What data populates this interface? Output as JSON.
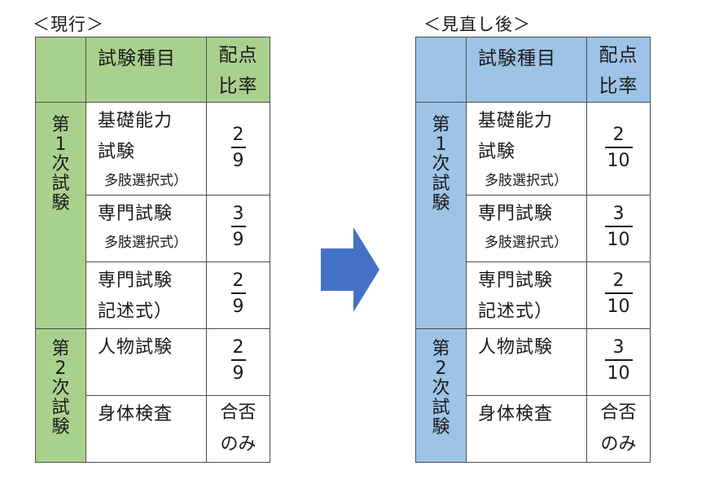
{
  "left": {
    "caption": "＜現行＞",
    "header": {
      "exam": "試験種目",
      "ratio_line1": "配点",
      "ratio_line2": "比率"
    },
    "stage1": [
      "第",
      "1",
      "次",
      "試",
      "験"
    ],
    "stage2": [
      "第",
      "2",
      "次",
      "試",
      "験"
    ],
    "rows": [
      {
        "line1": "基礎能力",
        "line2": "試験",
        "sub": "多肢選択式）",
        "num": "2",
        "den": "9"
      },
      {
        "line1": "専門試験",
        "sub": "多肢選択式）",
        "num": "3",
        "den": "9"
      },
      {
        "line1": "専門試験",
        "line2": "記述式）",
        "num": "2",
        "den": "9"
      },
      {
        "line1": "人物試験",
        "num": "2",
        "den": "9"
      },
      {
        "line1": "身体検査",
        "ratio_line1": "合否",
        "ratio_line2": "のみ"
      }
    ]
  },
  "right": {
    "caption": "＜見直し後＞",
    "header": {
      "exam": "試験種目",
      "ratio_line1": "配点",
      "ratio_line2": "比率"
    },
    "stage1": [
      "第",
      "1",
      "次",
      "試",
      "験"
    ],
    "stage2": [
      "第",
      "2",
      "次",
      "試",
      "験"
    ],
    "rows": [
      {
        "line1": "基礎能力",
        "line2": "試験",
        "sub": "多肢選択式）",
        "num": "2",
        "den": "10"
      },
      {
        "line1": "専門試験",
        "sub": "多肢選択式）",
        "num": "3",
        "den": "10"
      },
      {
        "line1": "専門試験",
        "line2": "記述式）",
        "num": "2",
        "den": "10"
      },
      {
        "line1": "人物試験",
        "num": "3",
        "den": "10"
      },
      {
        "line1": "身体検査",
        "ratio_line1": "合否",
        "ratio_line2": "のみ"
      }
    ]
  },
  "colors": {
    "left_fill": "#a9d18e",
    "right_fill": "#9dc3e6",
    "arrow": "#4472c4"
  }
}
